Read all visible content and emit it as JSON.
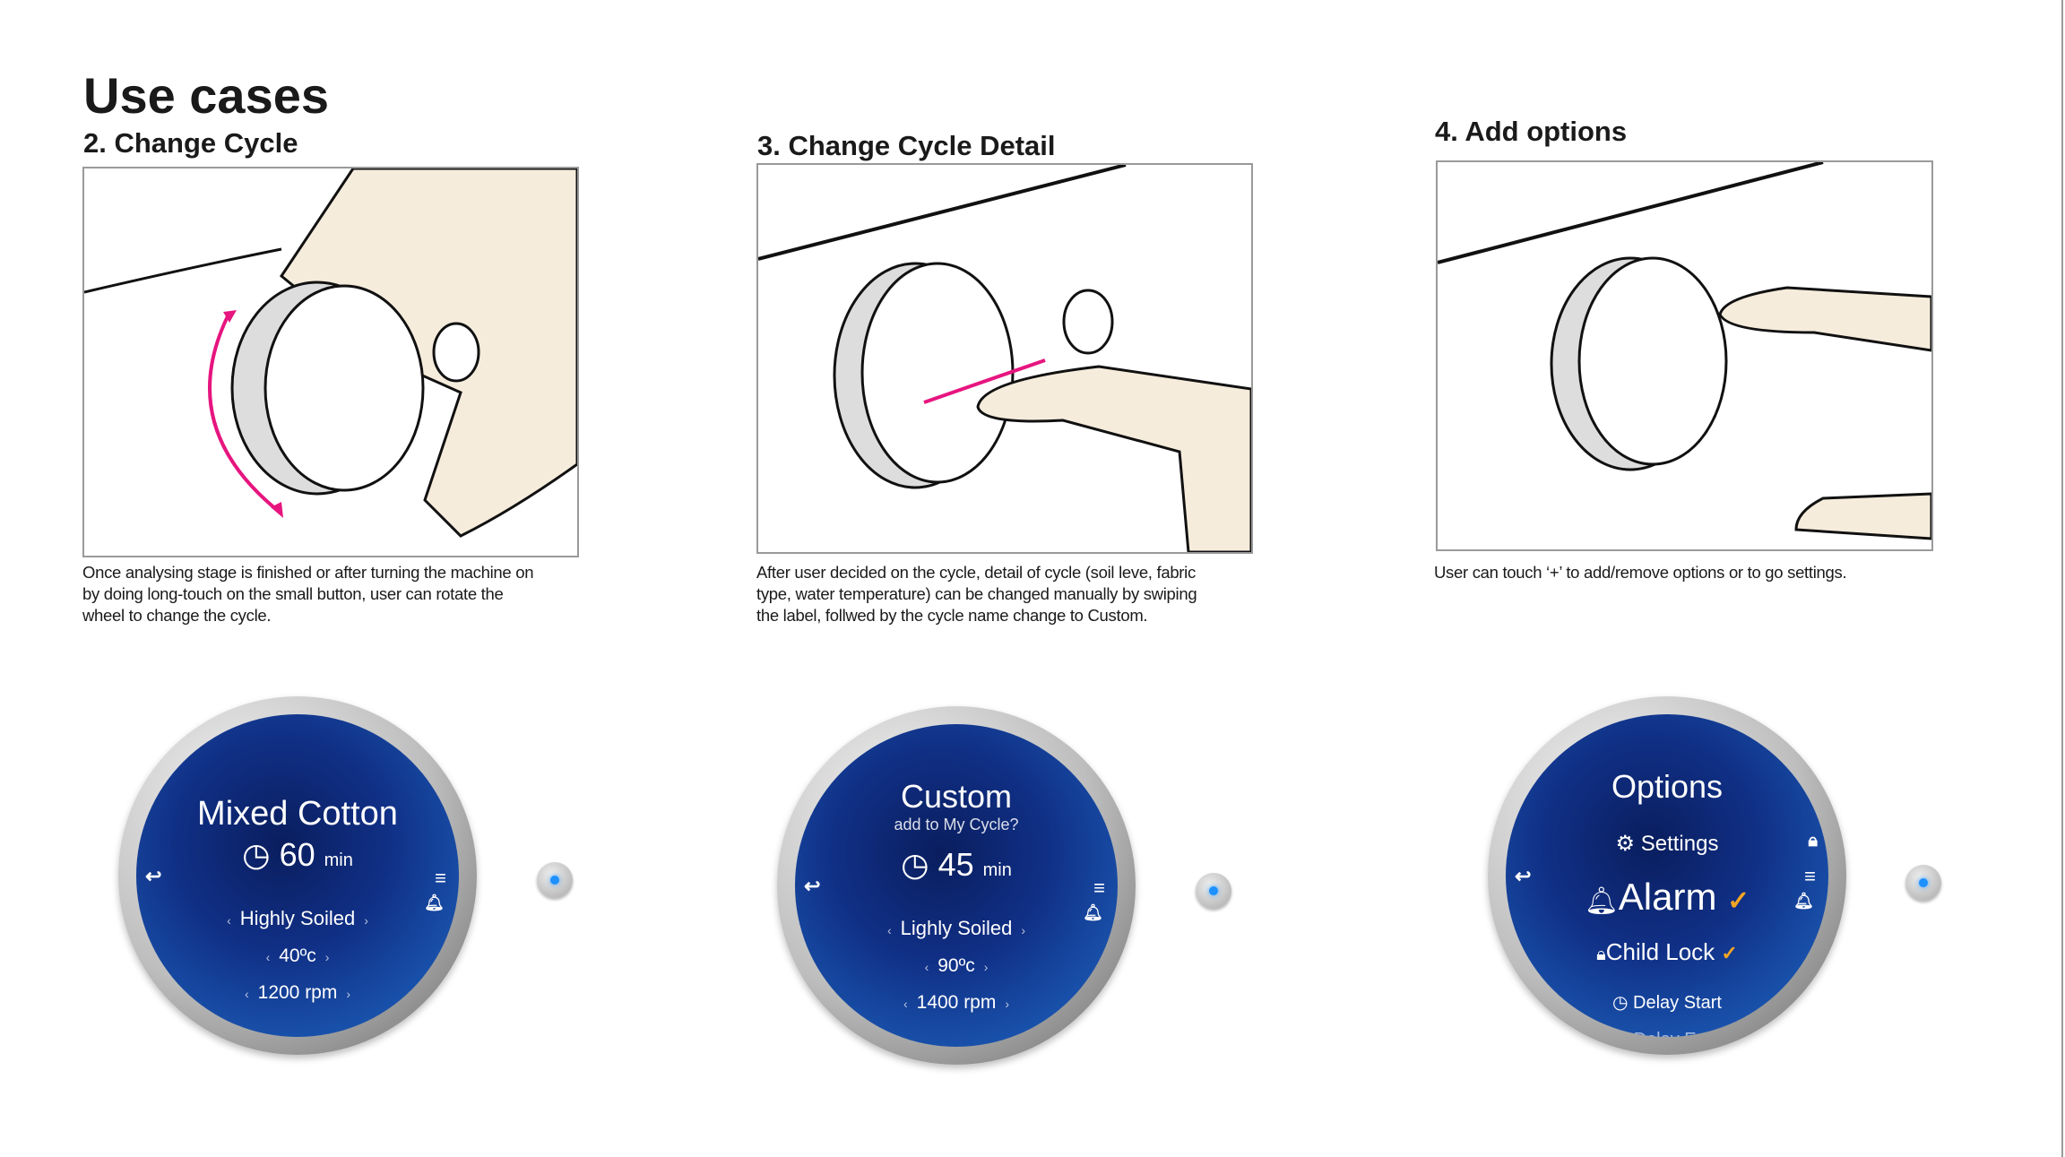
{
  "title": "Use cases",
  "sections": [
    {
      "heading": "2. Change Cycle",
      "caption": [
        "Once analysing stage is finished or after turning the machine on",
        "by doing long-touch on the small button, user can rotate the",
        "wheel to change the cycle."
      ]
    },
    {
      "heading": "3. Change Cycle Detail",
      "caption": [
        "After user decided on the cycle, detail of cycle (soil leve, fabric",
        "type, water temperature) can be changed manually by swiping",
        "the label, follwed by the cycle name change to Custom."
      ]
    },
    {
      "heading": "4. Add options",
      "caption": [
        "User can touch ‘+’ to add/remove options or to go settings."
      ]
    }
  ],
  "dials": [
    {
      "cycle": "Mixed Cotton",
      "time": "60",
      "unit": "min",
      "soil": "Highly Soiled",
      "temp": "40ºc",
      "spin": "1200 rpm"
    },
    {
      "cycle": "Custom",
      "prompt": "add to My Cycle?",
      "time": "45",
      "unit": "min",
      "soil": "Lighly Soiled",
      "temp": "90ºc",
      "spin": "1400 rpm"
    },
    {
      "title": "Options",
      "items": {
        "settings": "Settings",
        "alarm": "Alarm",
        "child_lock": "Child Lock",
        "delay_start": "Delay Start",
        "delay_end": "Delay End"
      }
    }
  ],
  "colors": {
    "accent_pink": "#e6157f",
    "check_orange": "#f5a623",
    "screen_blue": "#102f85"
  }
}
